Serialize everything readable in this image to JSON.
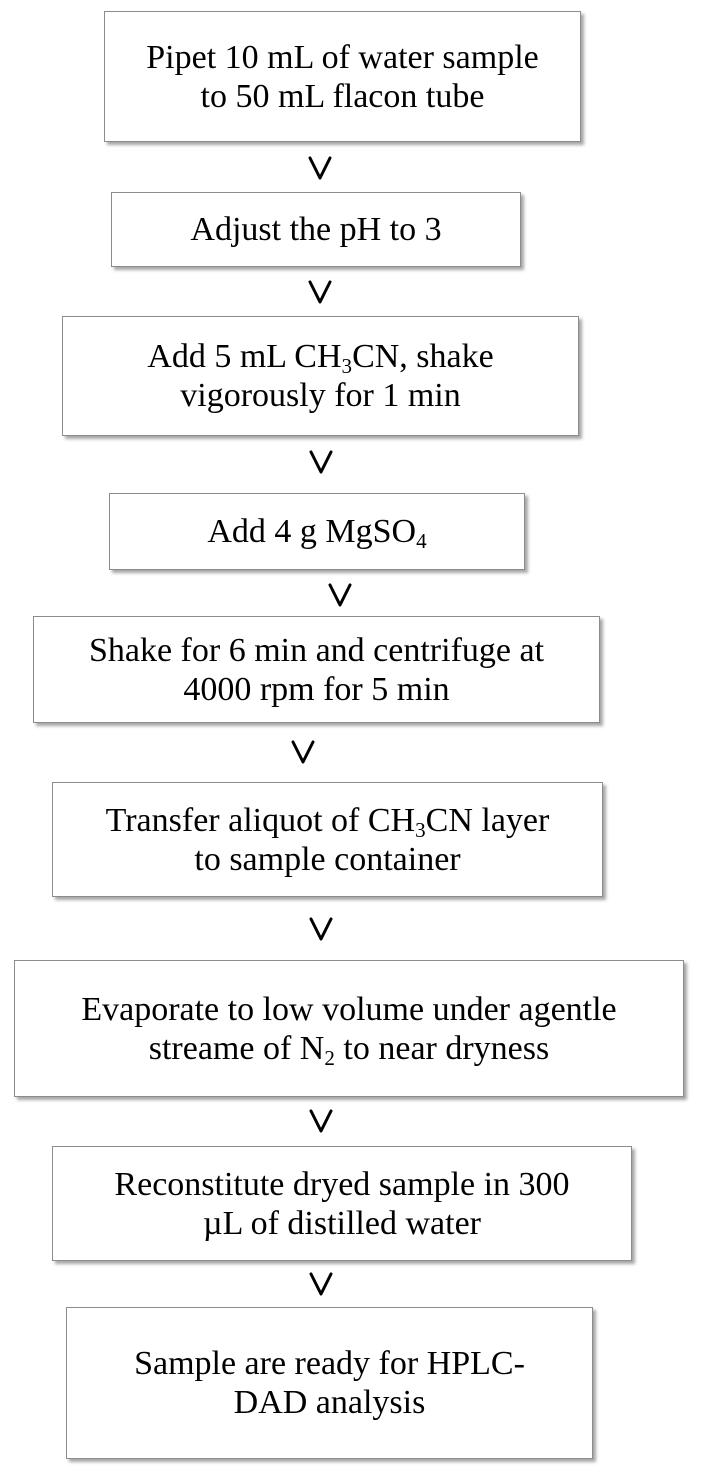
{
  "steps": [
    {
      "lines": [
        "Pipet 10 mL of water sample",
        "to 50 mL flacon tube"
      ]
    },
    {
      "lines": [
        "Adjust the pH to 3"
      ]
    },
    {
      "line1": {
        "before": "Add 5 mL CH",
        "sub": "3",
        "after": "CN, shake"
      },
      "line2": "vigorously for 1 min"
    },
    {
      "line1": {
        "before": "Add 4 g MgSO",
        "sub": "4"
      }
    },
    {
      "lines": [
        "Shake for 6 min and centrifuge at",
        "4000 rpm for 5 min"
      ]
    },
    {
      "line1": {
        "before": "Transfer aliquot of CH",
        "sub": "3",
        "after": "CN layer"
      },
      "line2": "to sample container"
    },
    {
      "line1": "Evaporate to low volume under agentle",
      "line2": {
        "before": "streame of N",
        "sub": "2",
        "after": " to near dryness"
      }
    },
    {
      "lines": [
        "Reconstitute dryed sample in 300",
        "µL of distilled water"
      ]
    },
    {
      "lines": [
        "Sample are ready for HPLC-",
        "DAD analysis"
      ]
    }
  ]
}
